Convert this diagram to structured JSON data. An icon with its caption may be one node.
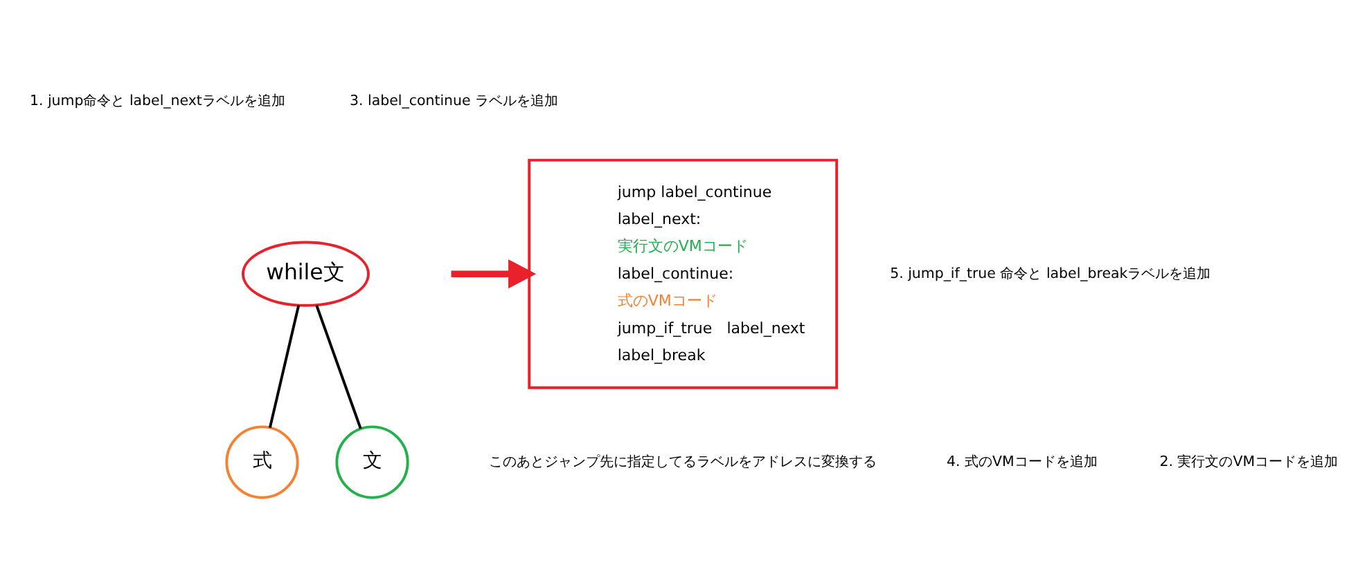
{
  "diagram": {
    "nodes": [
      {
        "text": [
          "while文"
        ]
      },
      {
        "text": [
          "式"
        ]
      },
      {
        "text": [
          "文"
        ]
      },
      {
        "text": [
          "jump label_continue",
          "label_next:",
          "実行文のVMコード",
          "label_continue:",
          "式のVMコード",
          "jump_if_true   label_next",
          "label_break"
        ]
      }
    ],
    "edges": [
      {
        "from": 0,
        "to": 1,
        "arrow": "none"
      },
      {
        "from": 0,
        "to": 2,
        "arrow": "none"
      },
      {
        "from": null,
        "to": 3,
        "arrow": "to",
        "style": "thick",
        "color": "#e8212b"
      }
    ],
    "labels": [
      "1. jump命令と label_nextラベルを追加",
      "3. label_continue ラベルを追加",
      "5. jump_if_true 命令と label_breakラベルを追加",
      "4. 式のVMコードを追加",
      "2. 実行文のVMコードを追加",
      "このあとジャンプ先に指定してるラベルをアドレスに変換する"
    ]
  }
}
